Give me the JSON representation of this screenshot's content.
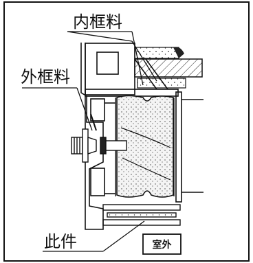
{
  "labels": {
    "inner_frame": "内框料",
    "outer_frame": "外框料",
    "this_part": "此件",
    "outdoor": "室外"
  },
  "colors": {
    "line": "#111111",
    "background": "#ffffff",
    "fill_light": "#eeeeee"
  }
}
